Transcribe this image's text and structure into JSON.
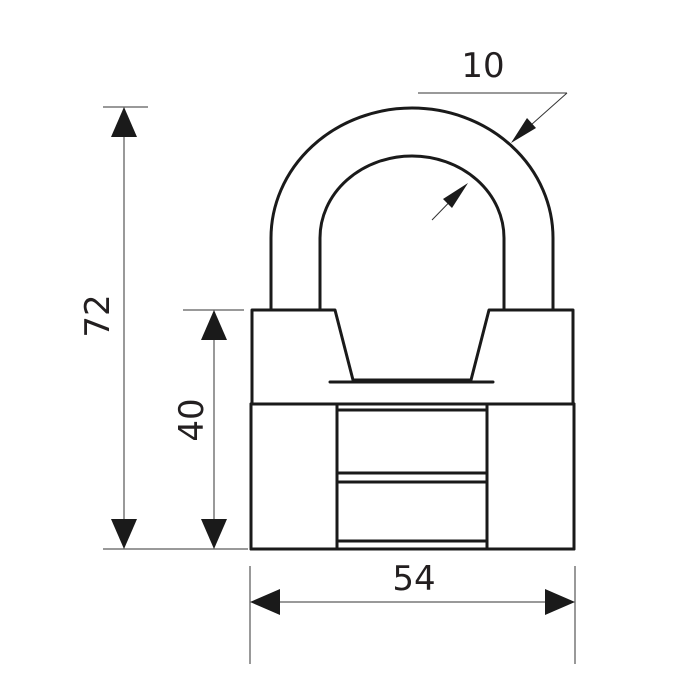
{
  "dimensions": {
    "shackle_thickness": "10",
    "total_height": "72",
    "body_height": "40",
    "body_width": "54"
  },
  "colors": {
    "line": "#1a1a1a",
    "background": "#ffffff"
  }
}
